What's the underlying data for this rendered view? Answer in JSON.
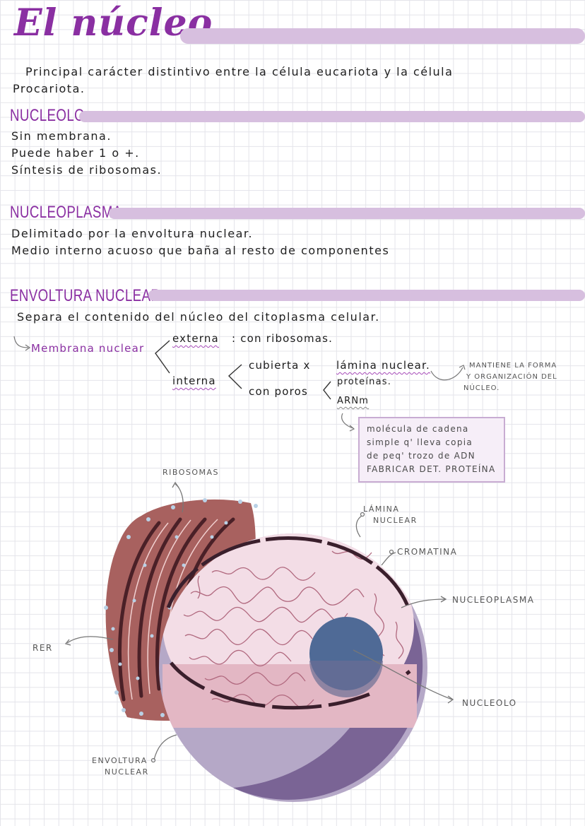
{
  "title": "El núcleo",
  "intro": {
    "line1": "Principal carácter distintivo entre la célula eucariota y la célula",
    "line2": "Procariota."
  },
  "nucleolo": {
    "heading": "NUCLEOLO",
    "lines": [
      "Sin membrana.",
      "Puede haber 1 o +.",
      "Síntesis de ribosomas."
    ]
  },
  "nucleoplasma": {
    "heading": "NUCLEOPLASMA",
    "lines": [
      "Delimitado por la envoltura nuclear.",
      "Medio interno acuoso que baña al resto de componentes"
    ]
  },
  "envoltura": {
    "heading": "ENVOLTURA NUCLEAR",
    "line": "Separa el contenido del núcleo del citoplasma celular.",
    "membrana": "Membrana nuclear",
    "externa": "externa",
    "externa_detail": ": con ribosomas.",
    "interna": "interna",
    "cubierta": "cubierta x",
    "lamina": "lámina nuclear.",
    "con_poros": "con poros",
    "proteinas": "proteínas.",
    "arnm": "ARNm",
    "mantiene": [
      "MANTIENE LA FORMA",
      "Y ORGANIZACIÓN DEL",
      "NÚCLEO."
    ],
    "box_lines": [
      "molécula de cadena",
      "simple q' lleva copia",
      "de peq' trozo de ADN",
      "FABRICAR DET. PROTEÍNA"
    ]
  },
  "diagram_labels": {
    "ribosomas": "RIBOSOMAS",
    "lamina": [
      "LÁMINA",
      "NUCLEAR"
    ],
    "cromatina": "CROMATINA",
    "nucleoplasma": "NUCLEOPLASMA",
    "rer": "RER",
    "nucleolo": "NUCLEOLO",
    "envoltura": [
      "ENVOLTURA",
      "NUCLEAR"
    ]
  },
  "colors": {
    "accent": "#8a2fa2",
    "highlight_bar": "#d7bfdf",
    "rer": "#a8615f",
    "nucleoplasm": "#f3dde6",
    "envelope_light": "#b5a8c7",
    "envelope_dark": "#7a6495",
    "nucleolus": "#4f6a96"
  }
}
